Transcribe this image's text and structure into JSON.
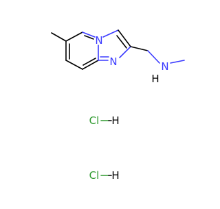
{
  "molecule": {
    "atoms": {
      "n_bridgehead": "N",
      "n_imidazole": "N",
      "n_amine": "N",
      "h_amine": "H"
    },
    "salt": [
      {
        "cl": "Cl",
        "h": "H"
      },
      {
        "cl": "Cl",
        "h": "H"
      }
    ]
  },
  "colors": {
    "nitrogen": "#3a3aff",
    "chlorine": "#2e9a2e",
    "bond": "#000000",
    "hydrogen": "#000000"
  }
}
